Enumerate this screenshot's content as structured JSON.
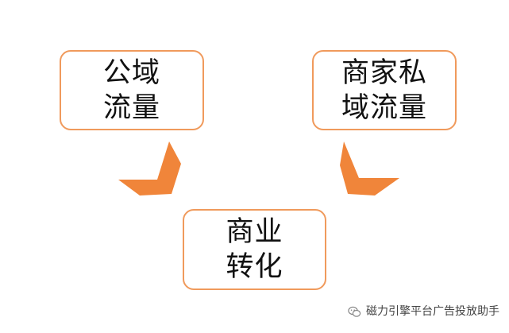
{
  "nodes": {
    "public_traffic": {
      "line1": "公域",
      "line2": "流量"
    },
    "private_traffic": {
      "line1": "商家私",
      "line2": "域流量"
    },
    "commerce": {
      "line1": "商业",
      "line2": "转化"
    }
  },
  "watermark": {
    "text": "磁力引擎平台广告投放助手",
    "icon": "wechat-icon"
  },
  "colors": {
    "accent": "#f0853a",
    "border": "#f09a5c",
    "text": "#111111"
  }
}
